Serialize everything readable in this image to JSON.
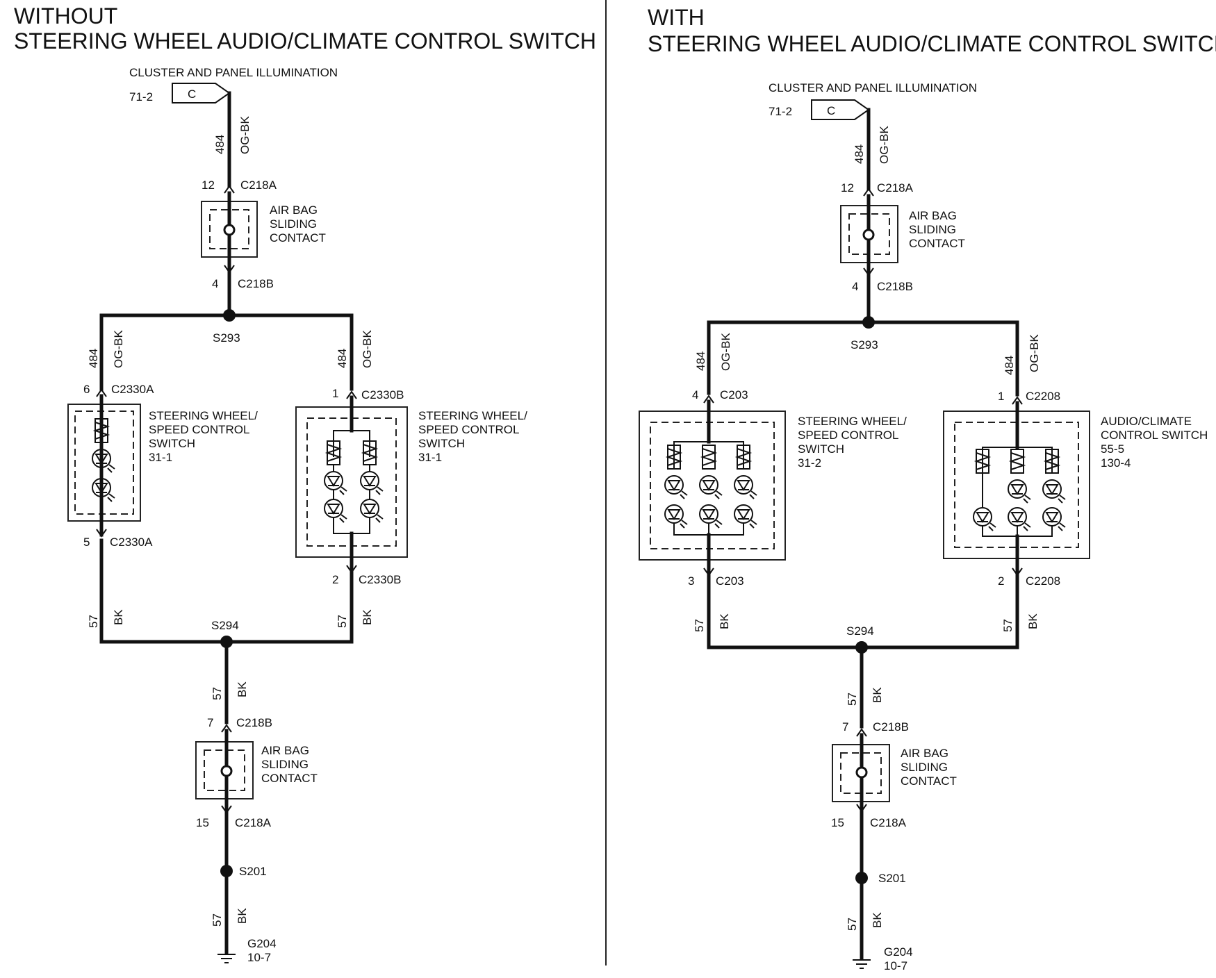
{
  "left": {
    "title_line1": "WITHOUT",
    "title_line2": "STEERING WHEEL AUDIO/CLIMATE CONTROL SWITCH",
    "source_label": "CLUSTER AND PANEL ILLUMINATION",
    "source_ref": "71-2",
    "source_connector": "C",
    "wire_top_num": "484",
    "wire_top_color": "OG-BK",
    "c218a_pin": "12",
    "c218a": "C218A",
    "airbag_line1": "AIR BAG",
    "airbag_line2": "SLIDING",
    "airbag_line3": "CONTACT",
    "c218b_pin": "4",
    "c218b": "C218B",
    "s293": "S293",
    "lw_num": "484",
    "lw_color": "OG-BK",
    "rw_num": "484",
    "rw_color": "OG-BK",
    "sw1_in_pin": "6",
    "sw1_in_conn": "C2330A",
    "sw1_line1": "STEERING WHEEL/",
    "sw1_line2": "SPEED CONTROL",
    "sw1_line3": "SWITCH",
    "sw1_ref": "31-1",
    "sw1_out_pin": "5",
    "sw1_out_conn": "C2330A",
    "sw2_in_pin": "1",
    "sw2_in_conn": "C2330B",
    "sw2_line1": "STEERING WHEEL/",
    "sw2_line2": "SPEED CONTROL",
    "sw2_line3": "SWITCH",
    "sw2_ref": "31-1",
    "sw2_out_pin": "2",
    "sw2_out_conn": "C2330B",
    "lgw_num": "57",
    "lgw_color": "BK",
    "rgw_num": "57",
    "rgw_color": "BK",
    "s294": "S294",
    "mgw_num": "57",
    "mgw_color": "BK",
    "c218b2_pin": "7",
    "c218b2": "C218B",
    "airbag2_line1": "AIR BAG",
    "airbag2_line2": "SLIDING",
    "airbag2_line3": "CONTACT",
    "c218a2_pin": "15",
    "c218a2": "C218A",
    "s201": "S201",
    "bgw_num": "57",
    "bgw_color": "BK",
    "ground": "G204",
    "ground_ref": "10-7"
  },
  "right": {
    "title_line1": "WITH",
    "title_line2": "STEERING WHEEL AUDIO/CLIMATE CONTROL SWITCH",
    "source_label": "CLUSTER AND PANEL ILLUMINATION",
    "source_ref": "71-2",
    "source_connector": "C",
    "wire_top_num": "484",
    "wire_top_color": "OG-BK",
    "c218a_pin": "12",
    "c218a": "C218A",
    "airbag_line1": "AIR BAG",
    "airbag_line2": "SLIDING",
    "airbag_line3": "CONTACT",
    "c218b_pin": "4",
    "c218b": "C218B",
    "s293": "S293",
    "lw_num": "484",
    "lw_color": "OG-BK",
    "rw_num": "484",
    "rw_color": "OG-BK",
    "sw1_in_pin": "4",
    "sw1_in_conn": "C203",
    "sw1_line1": "STEERING WHEEL/",
    "sw1_line2": "SPEED CONTROL",
    "sw1_line3": "SWITCH",
    "sw1_ref": "31-2",
    "sw1_out_pin": "3",
    "sw1_out_conn": "C203",
    "sw2_in_pin": "1",
    "sw2_in_conn": "C2208",
    "sw2_line1": "AUDIO/CLIMATE",
    "sw2_line2": "CONTROL SWITCH",
    "sw2_line3": "55-5",
    "sw2_ref": "130-4",
    "sw2_out_pin": "2",
    "sw2_out_conn": "C2208",
    "lgw_num": "57",
    "lgw_color": "BK",
    "rgw_num": "57",
    "rgw_color": "BK",
    "s294": "S294",
    "mgw_num": "57",
    "mgw_color": "BK",
    "c218b2_pin": "7",
    "c218b2": "C218B",
    "airbag2_line1": "AIR BAG",
    "airbag2_line2": "SLIDING",
    "airbag2_line3": "CONTACT",
    "c218a2_pin": "15",
    "c218a2": "C218A",
    "s201": "S201",
    "bgw_num": "57",
    "bgw_color": "BK",
    "ground": "G204",
    "ground_ref": "10-7"
  }
}
